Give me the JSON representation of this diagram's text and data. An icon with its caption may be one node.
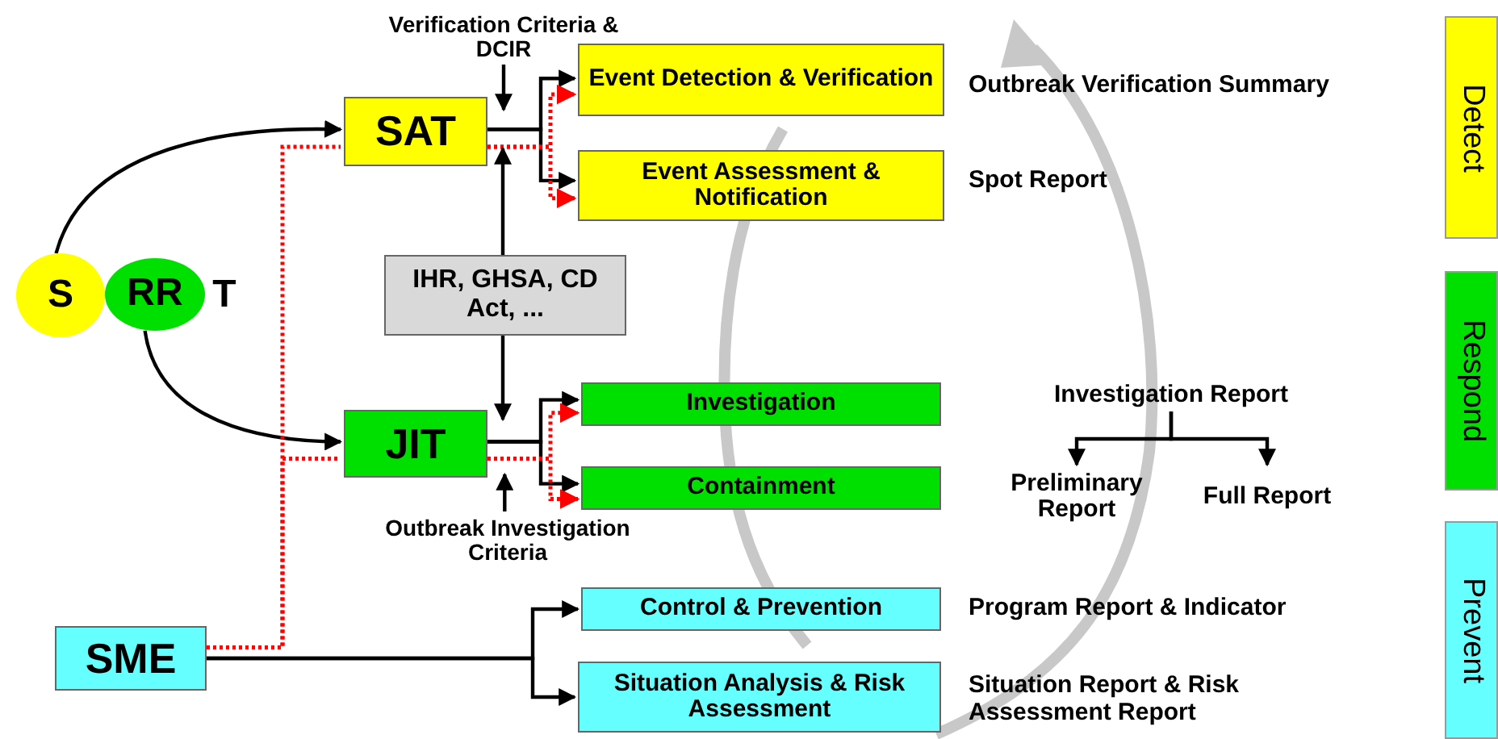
{
  "diagram": {
    "nodes": [
      {
        "text": [
          "S"
        ]
      },
      {
        "text": [
          "RR"
        ]
      },
      {
        "text": [
          "T"
        ]
      },
      {
        "text": [
          "SAT"
        ]
      },
      {
        "text": [
          "JIT"
        ]
      },
      {
        "text": [
          "SME"
        ]
      },
      {
        "text": [
          "Verification Criteria & DCIR"
        ]
      },
      {
        "text": [
          "IHR, GHSA, CD Act, ..."
        ]
      },
      {
        "text": [
          "Event Detection & Verification"
        ],
        "beside": [
          "Outbreak Verification Summary"
        ]
      },
      {
        "text": [
          "Event Assessment & Notification"
        ],
        "beside": [
          "Spot Report"
        ]
      },
      {
        "text": [
          "Investigation"
        ]
      },
      {
        "text": [
          "Containment"
        ]
      },
      {
        "text": [
          "Control & Prevention"
        ],
        "beside": [
          "Program Report & Indicator"
        ]
      },
      {
        "text": [
          "Situation Analysis & Risk Assessment"
        ],
        "beside": [
          "Situation Report & Risk Assessment Report"
        ]
      },
      {
        "text": [
          "Outbreak Investigation Criteria"
        ]
      },
      {
        "text": [
          "Investigation Report"
        ]
      },
      {
        "text": [
          "Preliminary Report"
        ]
      },
      {
        "text": [
          "Full Report"
        ]
      },
      {
        "text": [
          "Detect"
        ]
      },
      {
        "text": [
          "Respond"
        ]
      },
      {
        "text": [
          "Prevent"
        ]
      }
    ],
    "edges": [
      {
        "from": 0,
        "to": 3,
        "arrow": "to"
      },
      {
        "from": 1,
        "to": 4,
        "arrow": "to"
      },
      {
        "from": 3,
        "to": 8,
        "arrow": "to"
      },
      {
        "from": 3,
        "to": 9,
        "arrow": "to"
      },
      {
        "from": 4,
        "to": 10,
        "arrow": "to"
      },
      {
        "from": 4,
        "to": 11,
        "arrow": "to"
      },
      {
        "from": 5,
        "to": 12,
        "arrow": "to"
      },
      {
        "from": 5,
        "to": 13,
        "arrow": "to"
      },
      {
        "from": 5,
        "to": 3,
        "arrow": "none",
        "style": "dashed",
        "color": "#ff0000"
      },
      {
        "from": 5,
        "to": 4,
        "arrow": "none",
        "style": "dashed",
        "color": "#ff0000"
      },
      {
        "from": 3,
        "to": 8,
        "arrow": "to",
        "style": "dashed",
        "color": "#ff0000"
      },
      {
        "from": 3,
        "to": 9,
        "arrow": "to",
        "style": "dashed",
        "color": "#ff0000"
      },
      {
        "from": 4,
        "to": 10,
        "arrow": "to",
        "style": "dashed",
        "color": "#ff0000"
      },
      {
        "from": 4,
        "to": 11,
        "arrow": "to",
        "style": "dashed",
        "color": "#ff0000"
      },
      {
        "from": 6,
        "to": 3,
        "arrow": "to"
      },
      {
        "from": 7,
        "to": 3,
        "arrow": "to"
      },
      {
        "from": 7,
        "to": 4,
        "arrow": "to"
      },
      {
        "from": 14,
        "to": 4,
        "arrow": "to"
      },
      {
        "from": 15,
        "to": 16,
        "arrow": "to"
      },
      {
        "from": 15,
        "to": 17,
        "arrow": "to"
      }
    ]
  }
}
